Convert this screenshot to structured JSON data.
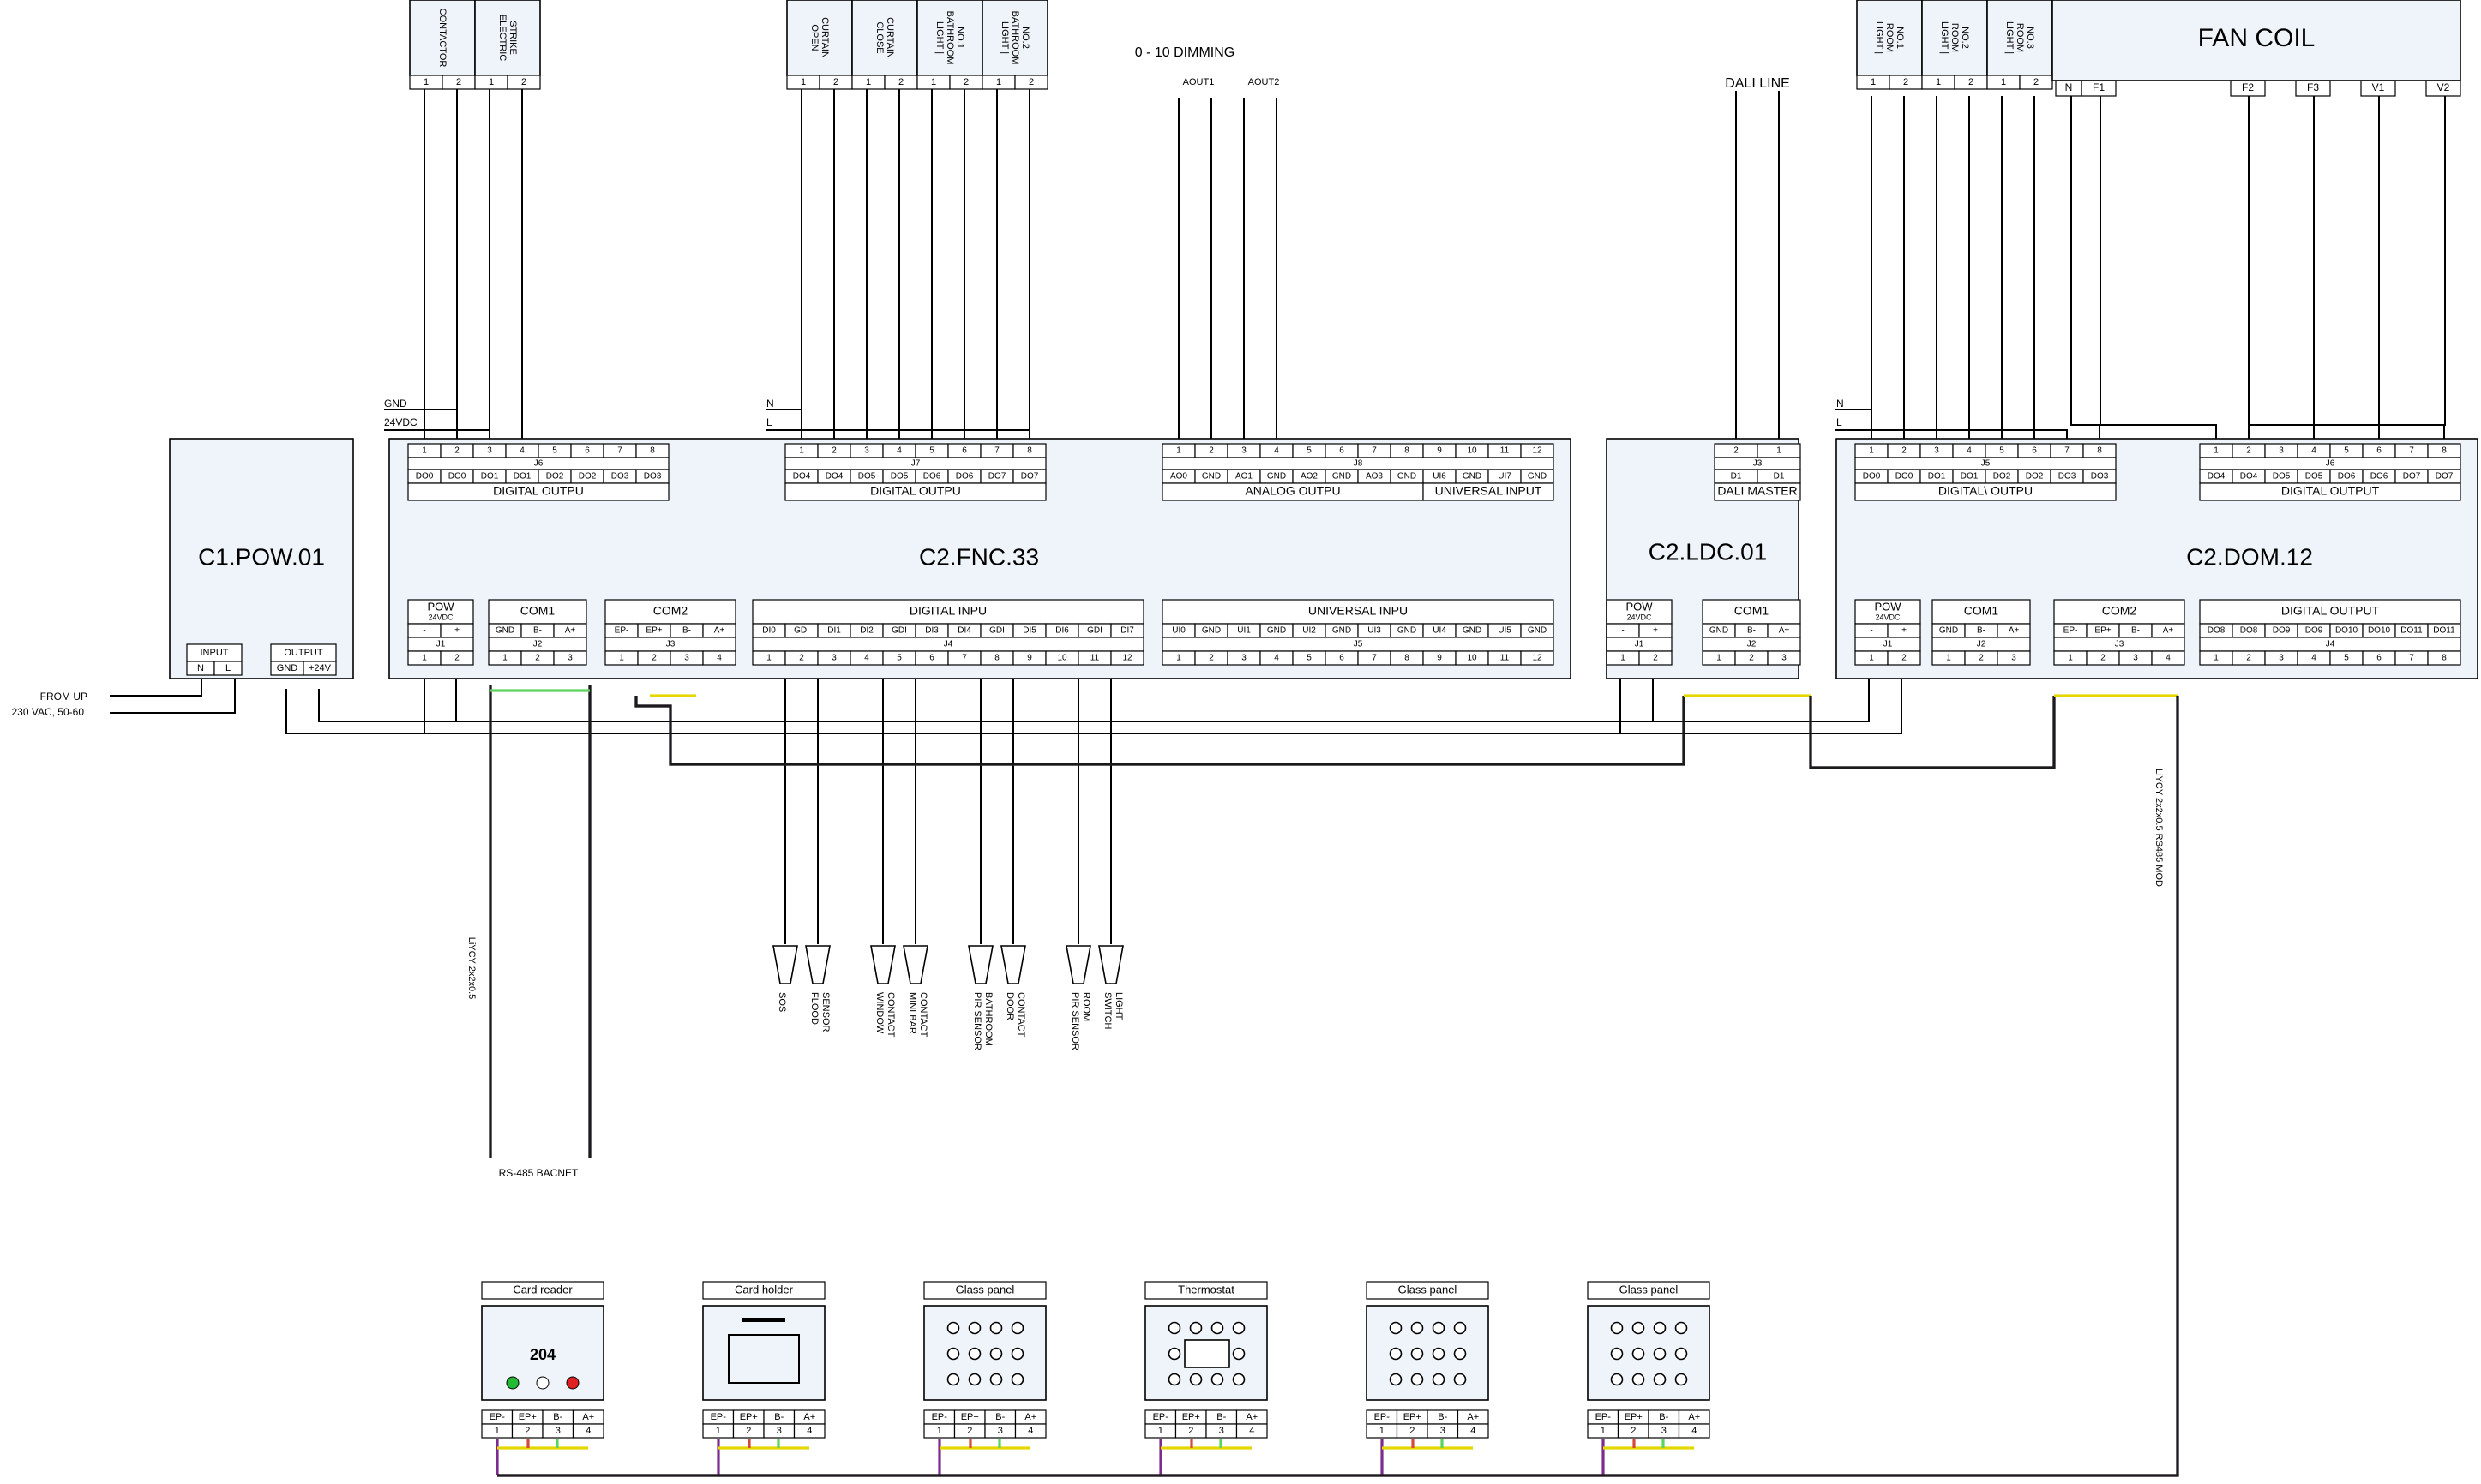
{
  "modules": {
    "pow": {
      "title": "C1.POW.01",
      "input_label": "INPUT",
      "input_pins": [
        "N",
        "L"
      ],
      "output_label": "OUTPUT",
      "output_pins": [
        "GND",
        "+24V"
      ],
      "supply_note_1": "FROM UP",
      "supply_note_2": "230 VAC, 50-60"
    },
    "fnc": {
      "title": "C2.FNC.33"
    },
    "ldc": {
      "title": "C2.LDC.01"
    },
    "dom": {
      "title": "C2.DOM.12"
    }
  },
  "connectors": {
    "fnc_j6": {
      "name": "J6",
      "caption": "DIGITAL OUTPU",
      "pins": [
        "1",
        "2",
        "3",
        "4",
        "5",
        "6",
        "7",
        "8"
      ],
      "signals": [
        "DO0",
        "DO0",
        "DO1",
        "DO1",
        "DO2",
        "DO2",
        "DO3",
        "DO3"
      ]
    },
    "fnc_j7": {
      "name": "J7",
      "caption": "DIGITAL OUTPU",
      "pins": [
        "1",
        "2",
        "3",
        "4",
        "5",
        "6",
        "7",
        "8"
      ],
      "signals": [
        "DO4",
        "DO4",
        "DO5",
        "DO5",
        "DO6",
        "DO6",
        "DO7",
        "DO7"
      ]
    },
    "fnc_j8": {
      "name": "J8",
      "caption_a": "ANALOG OUTPU",
      "caption_b": "UNIVERSAL INPUT",
      "pins": [
        "1",
        "2",
        "3",
        "4",
        "5",
        "6",
        "7",
        "8",
        "9",
        "10",
        "11",
        "12"
      ],
      "signals": [
        "AO0",
        "GND",
        "AO1",
        "GND",
        "AO2",
        "GND",
        "AO3",
        "GND",
        "UI6",
        "GND",
        "UI7",
        "GND"
      ]
    },
    "fnc_j1": {
      "name": "J1",
      "caption": "POW",
      "sub": "24VDC",
      "signals": [
        "-",
        "+"
      ],
      "pins": [
        "1",
        "2"
      ]
    },
    "fnc_j2": {
      "name": "J2",
      "caption": "COM1",
      "signals": [
        "GND",
        "B-",
        "A+"
      ],
      "pins": [
        "1",
        "2",
        "3"
      ]
    },
    "fnc_j3": {
      "name": "J3",
      "caption": "COM2",
      "signals": [
        "EP-",
        "EP+",
        "B-",
        "A+"
      ],
      "pins": [
        "1",
        "2",
        "3",
        "4"
      ]
    },
    "fnc_j4": {
      "name": "J4",
      "caption": "DIGITAL INPU",
      "signals": [
        "DI0",
        "GDI",
        "DI1",
        "DI2",
        "GDI",
        "DI3",
        "DI4",
        "GDI",
        "DI5",
        "DI6",
        "GDI",
        "DI7"
      ],
      "pins": [
        "1",
        "2",
        "3",
        "4",
        "5",
        "6",
        "7",
        "8",
        "9",
        "10",
        "11",
        "12"
      ]
    },
    "fnc_j5": {
      "name": "J5",
      "caption": "UNIVERSAL INPU",
      "signals": [
        "UI0",
        "GND",
        "UI1",
        "GND",
        "UI2",
        "GND",
        "UI3",
        "GND",
        "UI4",
        "GND",
        "UI5",
        "GND"
      ],
      "pins": [
        "1",
        "2",
        "3",
        "4",
        "5",
        "6",
        "7",
        "8",
        "9",
        "10",
        "11",
        "12"
      ]
    },
    "ldc_j3": {
      "name": "J3",
      "caption": "DALI MASTER",
      "pins": [
        "2",
        "1"
      ],
      "signals": [
        "D1",
        "D1"
      ]
    },
    "ldc_j1": {
      "name": "J1",
      "caption": "POW",
      "sub": "24VDC",
      "signals": [
        "-",
        "+"
      ],
      "pins": [
        "1",
        "2"
      ]
    },
    "ldc_j2": {
      "name": "J2",
      "caption": "COM1",
      "signals": [
        "GND",
        "B-",
        "A+"
      ],
      "pins": [
        "1",
        "2",
        "3"
      ]
    },
    "dom_j5": {
      "name": "J5",
      "caption": "DIGITAL\\ OUTPU",
      "pins": [
        "1",
        "2",
        "3",
        "4",
        "5",
        "6",
        "7",
        "8"
      ],
      "signals": [
        "DO0",
        "DO0",
        "DO1",
        "DO1",
        "DO2",
        "DO2",
        "DO3",
        "DO3"
      ]
    },
    "dom_j6": {
      "name": "J6",
      "caption": "DIGITAL OUTPUT",
      "pins": [
        "1",
        "2",
        "3",
        "4",
        "5",
        "6",
        "7",
        "8"
      ],
      "signals": [
        "DO4",
        "DO4",
        "DO5",
        "DO5",
        "DO6",
        "DO6",
        "DO7",
        "DO7"
      ]
    },
    "dom_j1": {
      "name": "J1",
      "caption": "POW",
      "sub": "24VDC",
      "signals": [
        "-",
        "+"
      ],
      "pins": [
        "1",
        "2"
      ]
    },
    "dom_j2": {
      "name": "J2",
      "caption": "COM1",
      "signals": [
        "GND",
        "B-",
        "A+"
      ],
      "pins": [
        "1",
        "2",
        "3"
      ]
    },
    "dom_j3": {
      "name": "J3",
      "caption": "COM2",
      "signals": [
        "EP-",
        "EP+",
        "B-",
        "A+"
      ],
      "pins": [
        "1",
        "2",
        "3",
        "4"
      ]
    },
    "dom_j4": {
      "name": "J4",
      "caption": "DIGITAL OUTPUT",
      "signals": [
        "DO8",
        "DO8",
        "DO9",
        "DO9",
        "DO10",
        "DO10",
        "DO11",
        "DO11"
      ],
      "pins": [
        "1",
        "2",
        "3",
        "4",
        "5",
        "6",
        "7",
        "8"
      ]
    }
  },
  "loads": {
    "contactor": "CONTACTOR",
    "electric_strike": [
      "ELECTRIC",
      "STRIKE"
    ],
    "open_curtain": [
      "OPEN",
      "CURTAIN"
    ],
    "close_curtain": [
      "CLOSE",
      "CURTAIN"
    ],
    "light_bath1": [
      "LIGHT |",
      "BATHROOM",
      "NO.1"
    ],
    "light_bath2": [
      "LIGHT |",
      "BATHROOM",
      "NO.2"
    ],
    "light_room1": [
      "LIGHT |",
      "ROOM",
      "NO.1"
    ],
    "light_room2": [
      "LIGHT |",
      "ROOM",
      "NO.2"
    ],
    "light_room3": [
      "LIGHT |",
      "ROOM",
      "NO.3"
    ],
    "load_pins": [
      "1",
      "2"
    ],
    "fan_coil": {
      "title": "FAN  COIL",
      "pins": [
        "N",
        "F1",
        "F2",
        "F3",
        "V1",
        "V2"
      ]
    }
  },
  "labels": {
    "dimming": "0 - 10 DIMMING",
    "aout1": "AOUT1",
    "aout2": "AOUT2",
    "dali_line": "DALI  LINE",
    "gnd": "GND",
    "v24": "24VDC",
    "n": "N",
    "l": "L",
    "cable_bacnet": "LiYCY 2x2x0.5",
    "rs485_bacnet": "RS-485 BACNET",
    "cable_mod": "LiYCY 2x2x0.5 RS485 MOD"
  },
  "sensors": [
    [
      "SOS"
    ],
    [
      "FLOOD",
      "SENSOR"
    ],
    [
      "WINDOW",
      "CONTACT"
    ],
    [
      "MINI  BAR",
      "CONTACT"
    ],
    [
      "PIR SENSOR",
      "BATHROOM"
    ],
    [
      "DOOR",
      "CONTACT"
    ],
    [
      "PIR  SENSOR",
      "ROOM"
    ],
    [
      "SWITCH",
      "LIGHT"
    ]
  ],
  "devices": [
    {
      "title": "Card  reader",
      "room": "204"
    },
    {
      "title": "Card  holder"
    },
    {
      "title": "Glass  panel"
    },
    {
      "title": "Thermostat"
    },
    {
      "title": "Glass  panel"
    },
    {
      "title": "Glass  panel"
    }
  ],
  "device_terminals": {
    "signals": [
      "EP-",
      "EP+",
      "B-",
      "A+"
    ],
    "pins": [
      "1",
      "2",
      "3",
      "4"
    ]
  },
  "colors": {
    "bus_purple": "#7b2d8e",
    "bus_yellow": "#e6d600",
    "bus_green": "#5ad45a",
    "bus_red": "#d44a3a",
    "panel_fill": "#eef4f9",
    "led_green": "#22bb33",
    "led_red": "#e02020"
  }
}
